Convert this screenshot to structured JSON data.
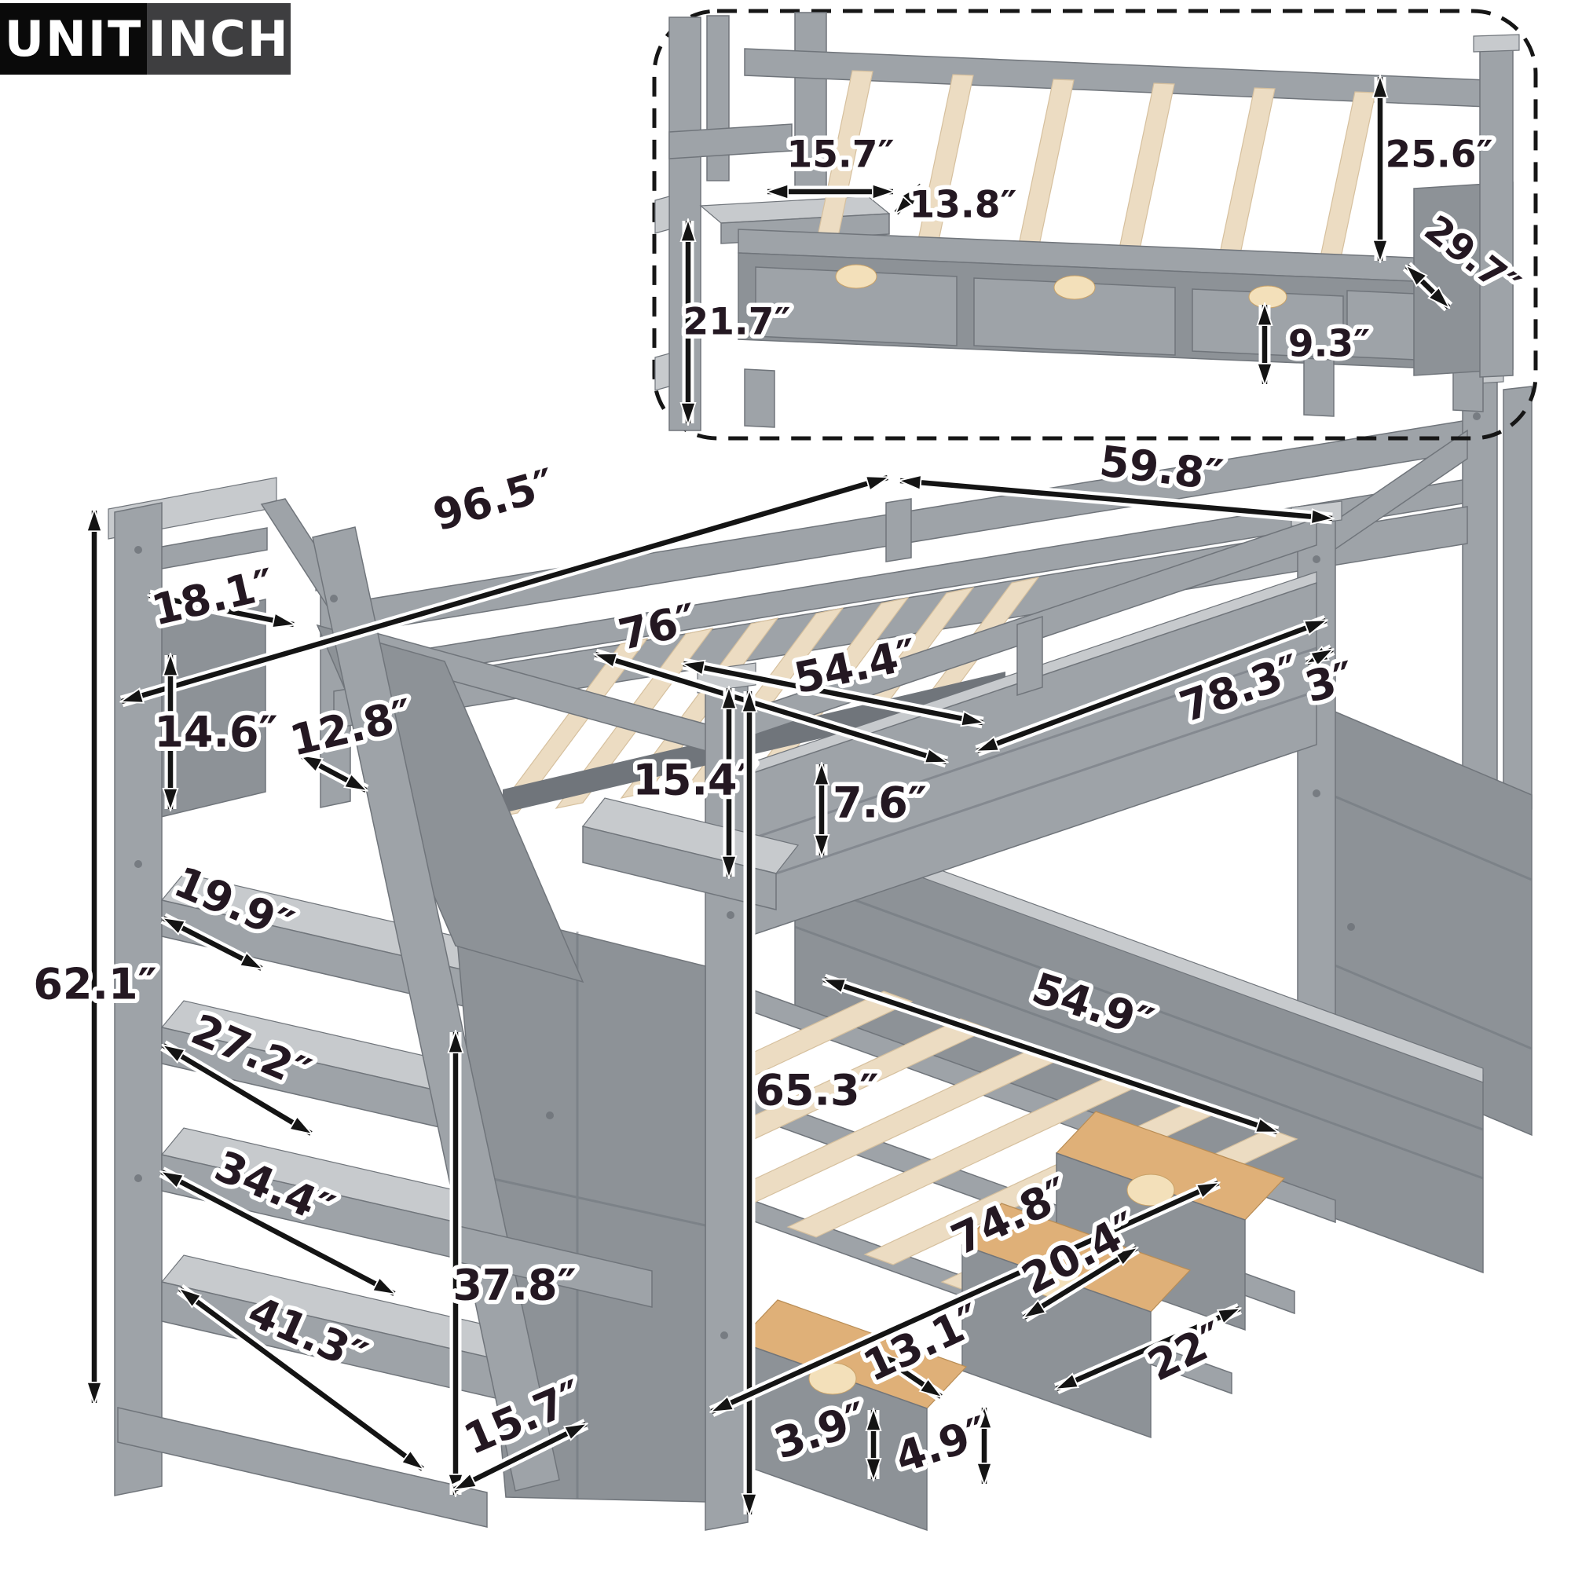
{
  "unit_badge": {
    "label": "UNIT",
    "value": "INCH"
  },
  "inset_detail": {
    "dims": {
      "shelf_depth": "15.7″",
      "shelf_clearance": "13.8″",
      "backrest_height": "25.6″",
      "seat_depth": "29.7″",
      "side_height": "21.7″",
      "drawer_height": "9.3″"
    }
  },
  "main_view": {
    "dims": {
      "total_length": "96.5″",
      "total_width": "59.8″",
      "stair_depth": "18.1″",
      "headboard_panel": "14.6″",
      "step_width": "12.8″",
      "slat_length": "76″",
      "upper_inner_width": "54.4″",
      "upper_rail_length": "78.3″",
      "rail_gap": "3″",
      "upper_frame_height": "15.4″",
      "guardrail_height": "7.6″",
      "stair_height": "62.1″",
      "shelf_1": "19.9″",
      "shelf_2": "27.2″",
      "shelf_3": "34.4″",
      "shelf_4": "41.3″",
      "under_clearance": "37.8″",
      "stair_base_depth": "15.7″",
      "total_height": "65.3″",
      "lower_width": "54.9″",
      "lower_length": "74.8″",
      "drawer_inner_width": "20.4″",
      "drawer_width": "22″",
      "drawer_inner_depth": "13.1″",
      "drawer_inner_height": "3.9″",
      "drawer_front_height": "4.9″"
    }
  },
  "colors": {
    "frame_gray": "#9ea3a8",
    "frame_dark": "#70757b",
    "frame_light": "#c7cacd",
    "panel_gray": "#8d9297",
    "wood_light": "#ecdcc2",
    "wood_mid": "#d6c09e",
    "drawer_wood": "#dfb078",
    "drawer_wood_light": "#f3e0ba",
    "ink": "#241822",
    "badge_black": "#0a0a0a",
    "badge_gray": "#3e3e40",
    "background": "#ffffff"
  }
}
